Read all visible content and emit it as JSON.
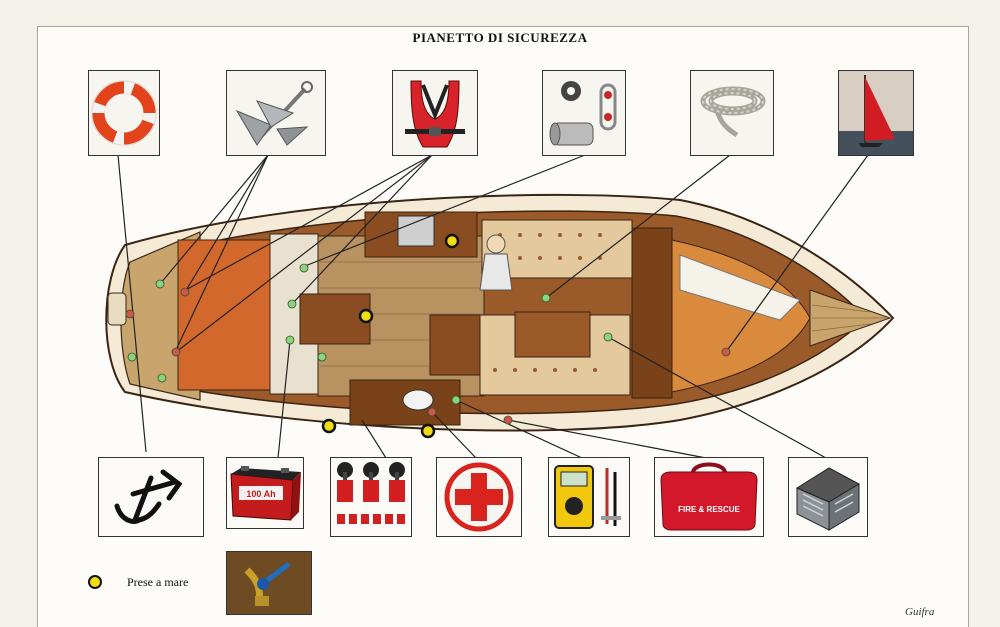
{
  "title": "PIANETTO DI SICUREZZA",
  "legend": {
    "label": "Prese a mare",
    "marker_color": "#f1dc12"
  },
  "signature": "Guifra",
  "items_top": [
    "lifebuoy-icon",
    "anchor-icon",
    "life-jacket-icon",
    "rigging-hardware-icon",
    "mooring-rope-icon",
    "red-sail-icon"
  ],
  "items_bottom": [
    "stern-anchor-icon",
    "battery-icon",
    "battery-switches-icon",
    "first-aid-icon",
    "multimeter-icon",
    "emergency-bag-icon",
    "toolbox-icon",
    "seacock-icon"
  ],
  "battery_label": "100 Ah",
  "bag_label": "FIRE & RESCUE",
  "colors": {
    "wood": "#8a4d21",
    "deck": "#c9a36a",
    "cushion": "#e4c99c",
    "cabin": "#d2682c",
    "marker_green": "#8fd17f",
    "marker_red": "#d4534f"
  }
}
